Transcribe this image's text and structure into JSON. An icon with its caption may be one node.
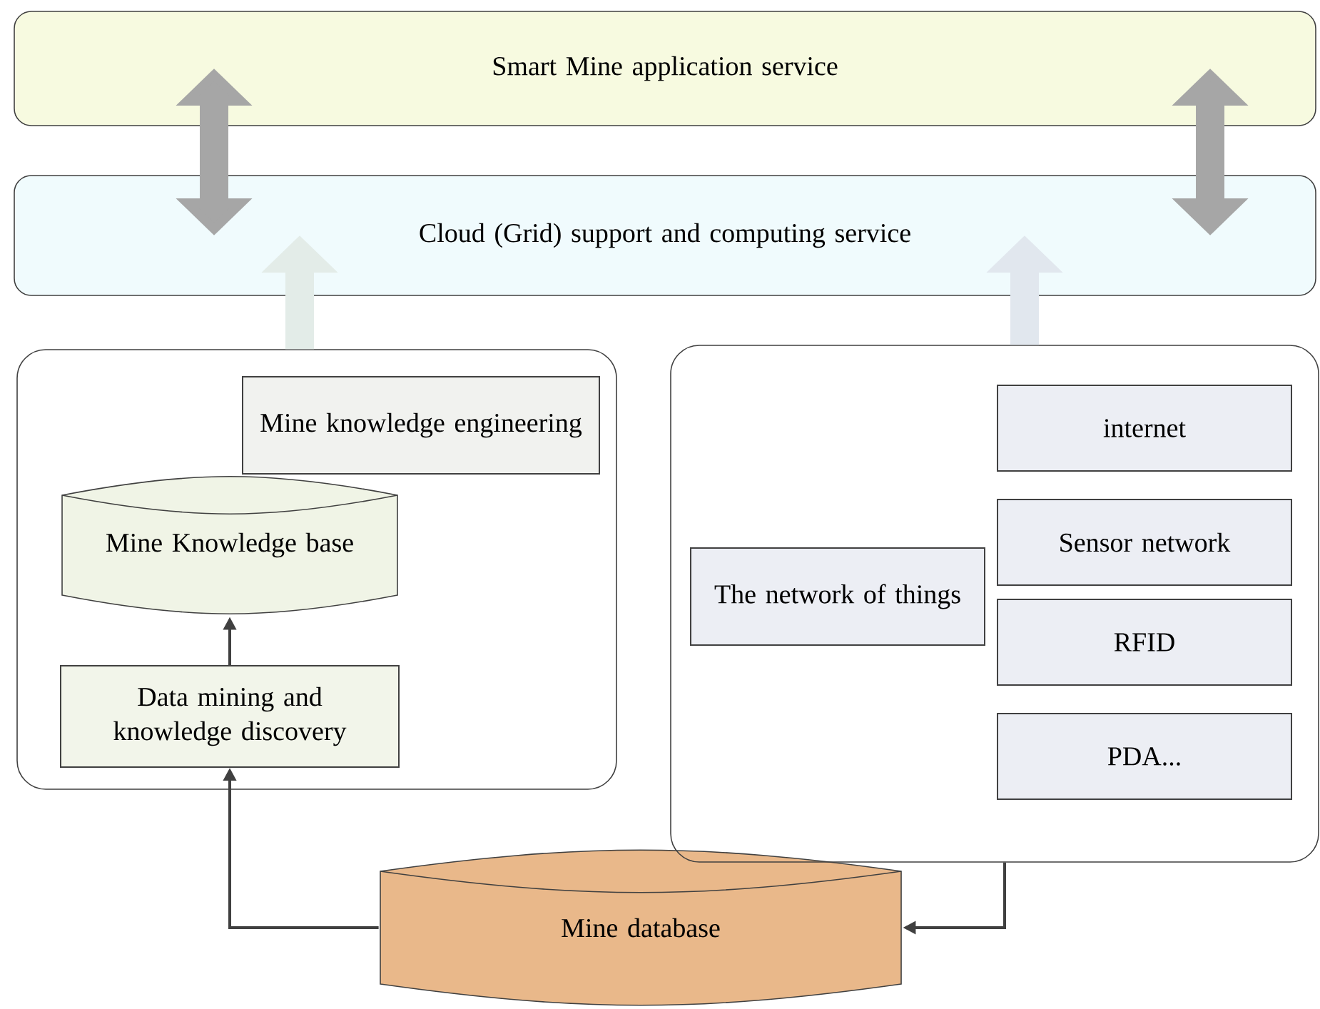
{
  "diagram": {
    "nodes": [
      {
        "text": [
          "Smart Mine application service"
        ]
      },
      {
        "text": [
          "Cloud (Grid) support and computing service"
        ]
      },
      {
        "text": [],
        "shape": "box"
      },
      {
        "text": [
          "Mine knowledge engineering"
        ],
        "in": 2
      },
      {
        "text": [
          "Mine Knowledge base"
        ],
        "in": 2
      },
      {
        "text": [
          "Data mining and knowledge discovery"
        ],
        "in": 2
      },
      {
        "text": [],
        "shape": "box"
      },
      {
        "text": [
          "The network of things"
        ],
        "in": 6
      },
      {
        "text": [
          "internet"
        ],
        "in": 6
      },
      {
        "text": [
          "Sensor network"
        ],
        "in": 6
      },
      {
        "text": [
          "RFID"
        ],
        "in": 6
      },
      {
        "text": [
          "PDA..."
        ],
        "in": 6
      },
      {
        "text": [
          "Mine database"
        ]
      }
    ],
    "edges": [
      {
        "from": 0,
        "to": 1,
        "arrow": "both",
        "color": "#a6a6a6"
      },
      {
        "from": 0,
        "to": 1,
        "arrow": "both",
        "color": "#a6a6a6"
      },
      {
        "from": 2,
        "to": 1,
        "arrow": "to",
        "color": "#e3ece8"
      },
      {
        "from": 6,
        "to": 1,
        "arrow": "to",
        "color": "#e1e7ee"
      },
      {
        "from": 5,
        "to": 4,
        "arrow": "to",
        "color": "#404040"
      },
      {
        "from": 12,
        "to": 5,
        "arrow": "to",
        "color": "#404040"
      },
      {
        "from": 6,
        "to": 12,
        "arrow": "to",
        "color": "#404040"
      }
    ]
  }
}
